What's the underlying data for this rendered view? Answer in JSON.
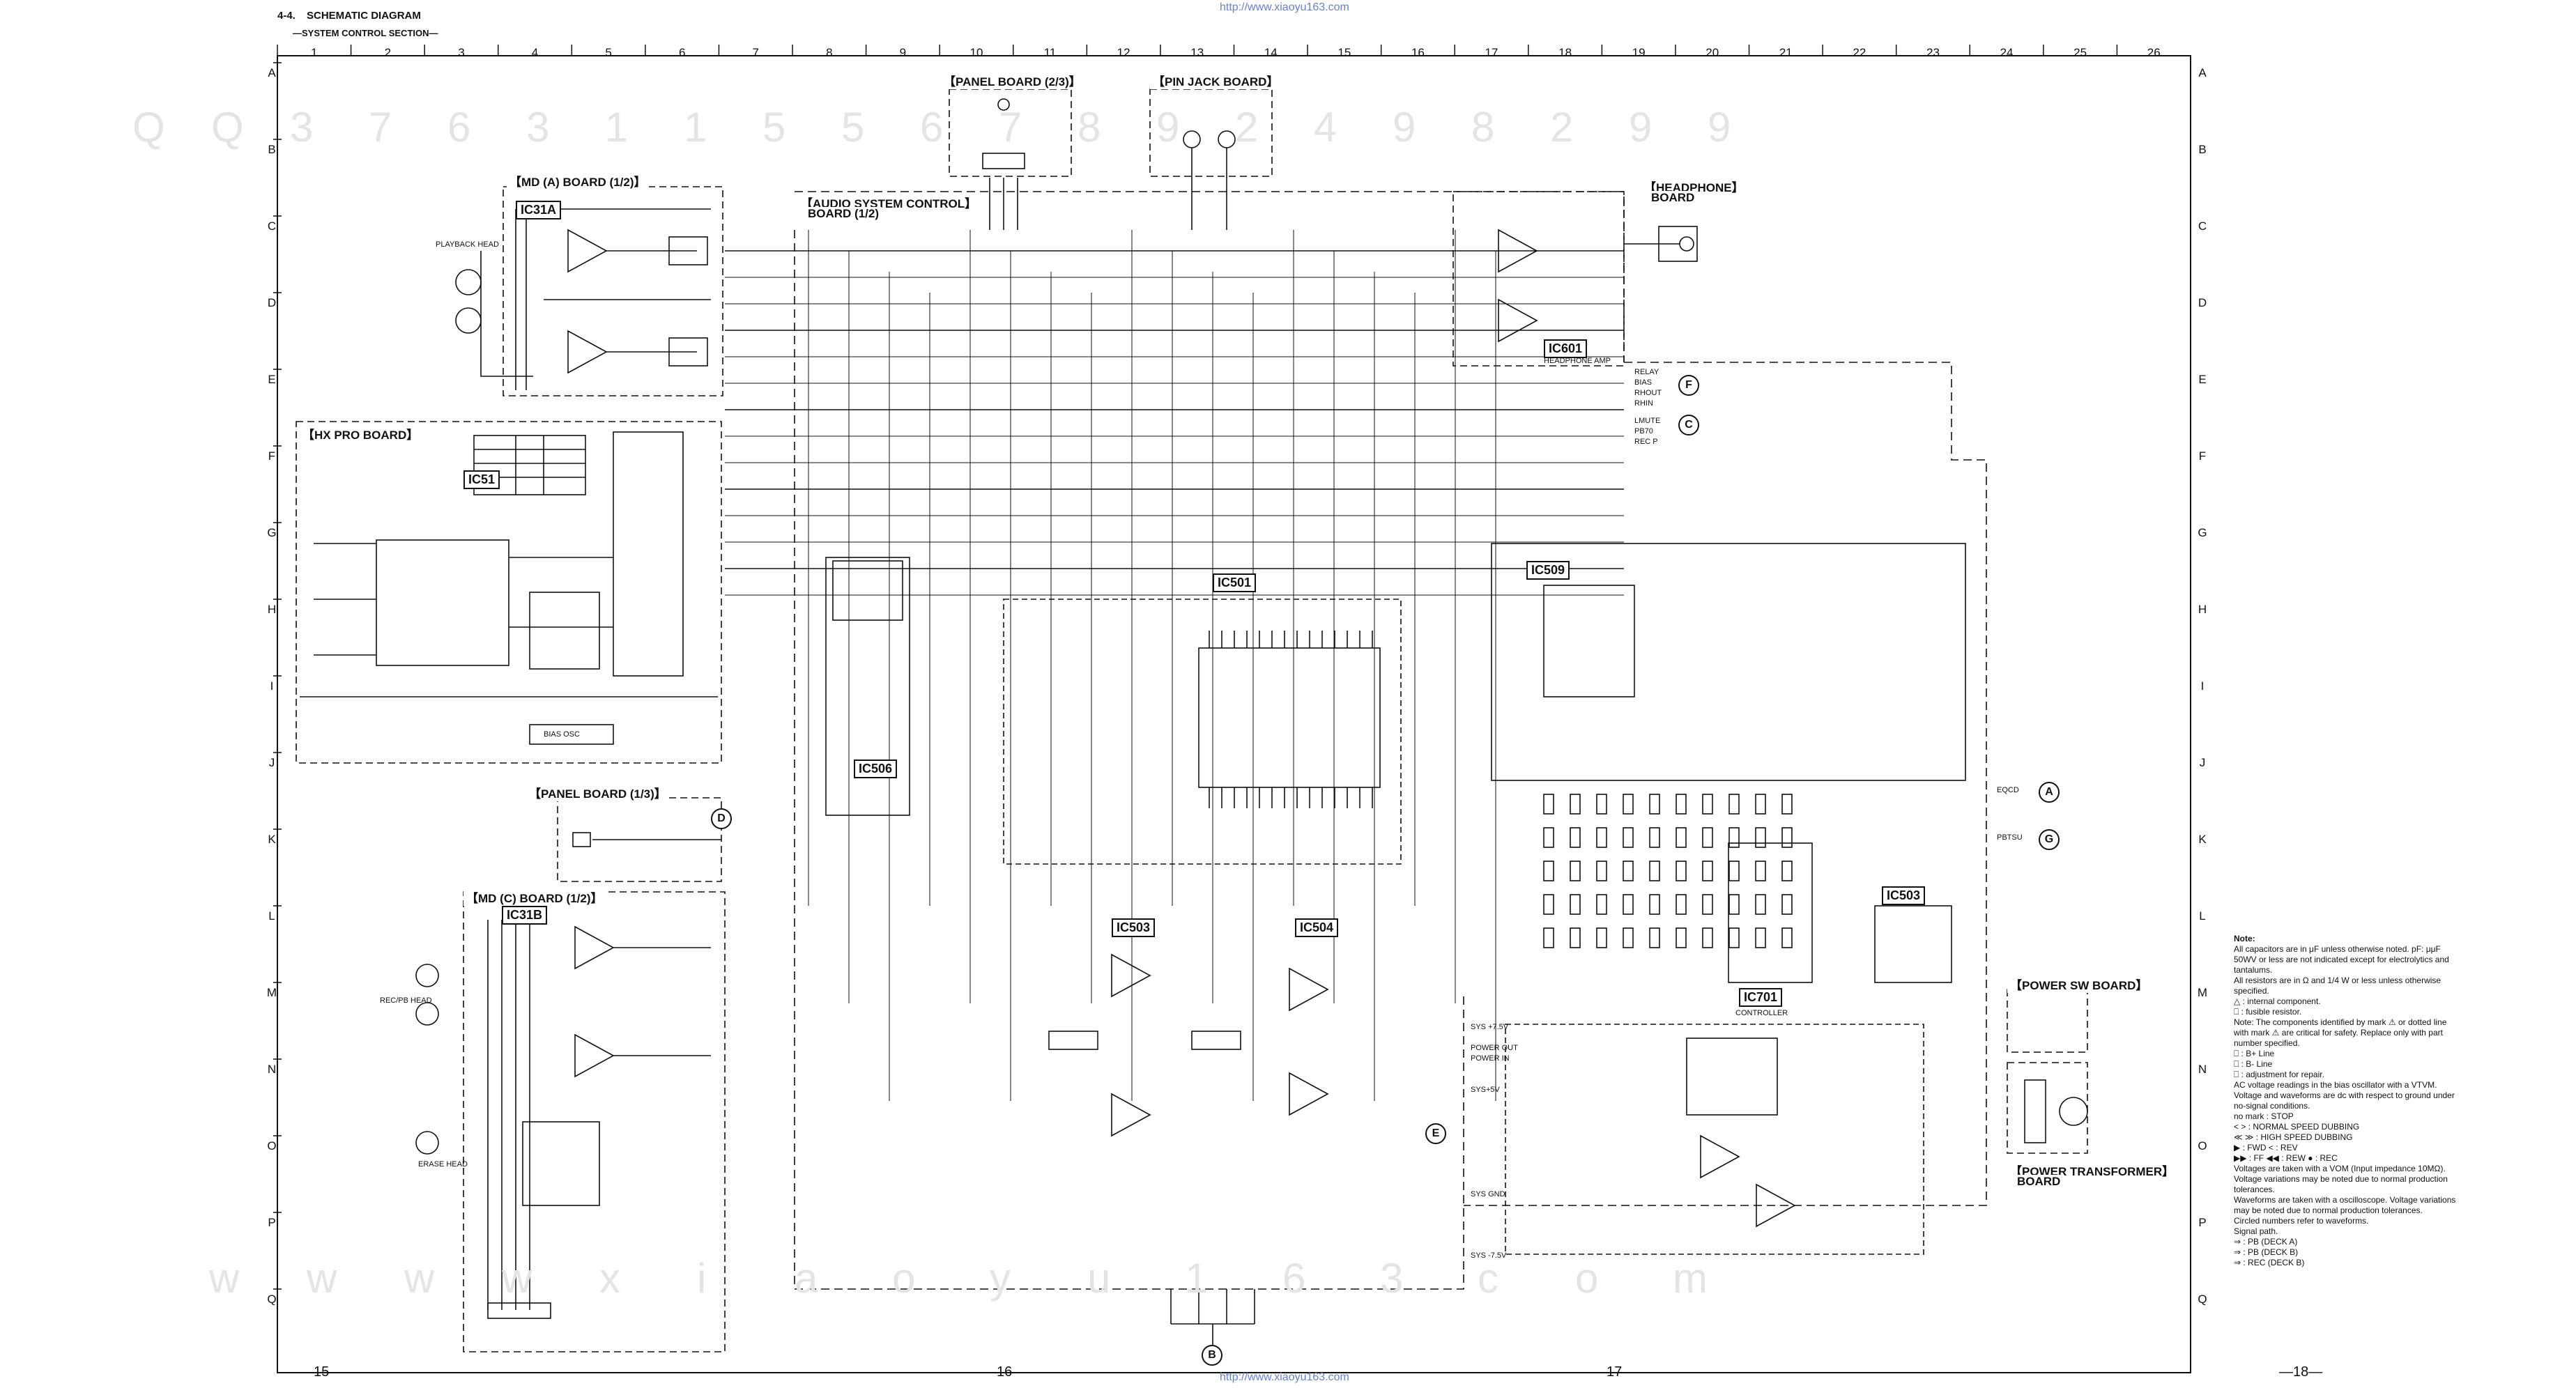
{
  "page": {
    "section_number": "4-4.",
    "section_title": "SCHEMATIC DIAGRAM",
    "subsection_title": "—SYSTEM CONTROL SECTION—",
    "watermark_url_top": "http://www.xiaoyu163.com",
    "watermark_url_bottom": "http://www.xiaoyu163.com",
    "page_numbers": [
      "—15—",
      "—16—",
      "—17—",
      "—18—"
    ]
  },
  "grid": {
    "columns": [
      "1",
      "2",
      "3",
      "4",
      "5",
      "6",
      "7",
      "8",
      "9",
      "10",
      "11",
      "12",
      "13",
      "14",
      "15",
      "16",
      "17",
      "18",
      "19",
      "20",
      "21",
      "22",
      "23",
      "24",
      "25",
      "26"
    ],
    "rows": [
      "A",
      "B",
      "C",
      "D",
      "E",
      "F",
      "G",
      "H",
      "I",
      "J",
      "K",
      "L",
      "M",
      "N",
      "O",
      "P",
      "Q"
    ]
  },
  "boards": {
    "panel_23": "【PANEL BOARD (2/3)】",
    "pin_jack": "【PIN JACK BOARD】",
    "md_a": "【MD (A) BOARD (1/2)】",
    "audio_sys_1": "【AUDIO SYSTEM CONTROL】",
    "audio_sys_2": "BOARD (1/2)",
    "headphone_1": "【HEADPHONE】",
    "headphone_2": "BOARD",
    "hx_pro": "【HX PRO BOARD】",
    "panel_13": "【PANEL BOARD (1/3)】",
    "md_c": "【MD (C) BOARD (1/2)】",
    "power_sw": "【POWER SW BOARD】",
    "power_tr_1": "【POWER TRANSFORMER】",
    "power_tr_2": "BOARD"
  },
  "ics": [
    "IC31A",
    "IC601",
    "IC51",
    "IC501",
    "IC509",
    "IC506",
    "IC503",
    "IC503",
    "IC504",
    "IC31B",
    "IC701"
  ],
  "connectors": [
    "F",
    "C",
    "D",
    "A",
    "G",
    "E",
    "B"
  ],
  "signals": {
    "relay": "RELAY",
    "bias": "BIAS",
    "rhout": "RHOUT",
    "rhin": "RHIN",
    "lmute": "LMUTE",
    "pb_to": "PB70",
    "rec_p": "REC P",
    "eq_cd": "EQCD",
    "pbtsu": "PBTSU",
    "sys_75v": "SYS +7.5V",
    "power_out": "POWER OUT",
    "power_in": "POWER IN",
    "sys_5v": "SYS+5V",
    "sys_gnd": "SYS GND",
    "sys_m75v": "SYS -7.5V",
    "playback_head": "PLAYBACK HEAD",
    "rec_pb_head": "REC/PB HEAD",
    "erase_head": "ERASE HEAD",
    "headphone_amp": "HEADPHONE AMP",
    "controller": "CONTROLLER",
    "bias_osc": "BIAS OSC"
  },
  "notes": {
    "title": "Note:",
    "items": [
      "All capacitors are in μF unless otherwise noted. pF: μμF 50WV or less are not indicated except for electrolytics and tantalums.",
      "All resistors are in Ω and 1/4 W or less unless otherwise specified.",
      "△ : internal component.",
      "⎕ : fusible resistor.",
      "Note: The components identified by mark ⚠ or dotted line with mark ⚠ are critical for safety. Replace only with part number specified.",
      "⎕ : B+ Line",
      "⎕ : B- Line",
      "⎕ : adjustment for repair.",
      "AC voltage readings in the bias oscillator with a VTVM. Voltage and waveforms are dc with respect to ground under no-signal conditions.",
      "no mark : STOP",
      "< > : NORMAL SPEED DUBBING",
      "≪ ≫ : HIGH SPEED DUBBING",
      "▶ : FWD   < : REV",
      "▶▶ : FF   ◀◀ : REW   ● : REC",
      "Voltages are taken with a VOM (Input impedance 10MΩ). Voltage variations may be noted due to normal production tolerances.",
      "Waveforms are taken with a oscilloscope. Voltage variations may be noted due to normal production tolerances.",
      "Circled numbers refer to waveforms.",
      "Signal path.",
      "⇒ : PB (DECK A)",
      "⇒ : PB (DECK B)",
      "⇒ : REC (DECK B)"
    ]
  },
  "watermark_rows": {
    "row_a": [
      "Q",
      "Q",
      "3",
      "7",
      "6",
      "3",
      "1",
      "1",
      "5",
      "5",
      "6",
      "7",
      "8",
      "9",
      "2",
      "4",
      "9",
      "8",
      "2",
      "9",
      "9"
    ],
    "row_q": [
      "w",
      "w",
      "w",
      "w",
      "x",
      "i",
      "a",
      "o",
      "y",
      "u",
      "1",
      "6",
      "3",
      "c",
      "o",
      "m"
    ]
  }
}
